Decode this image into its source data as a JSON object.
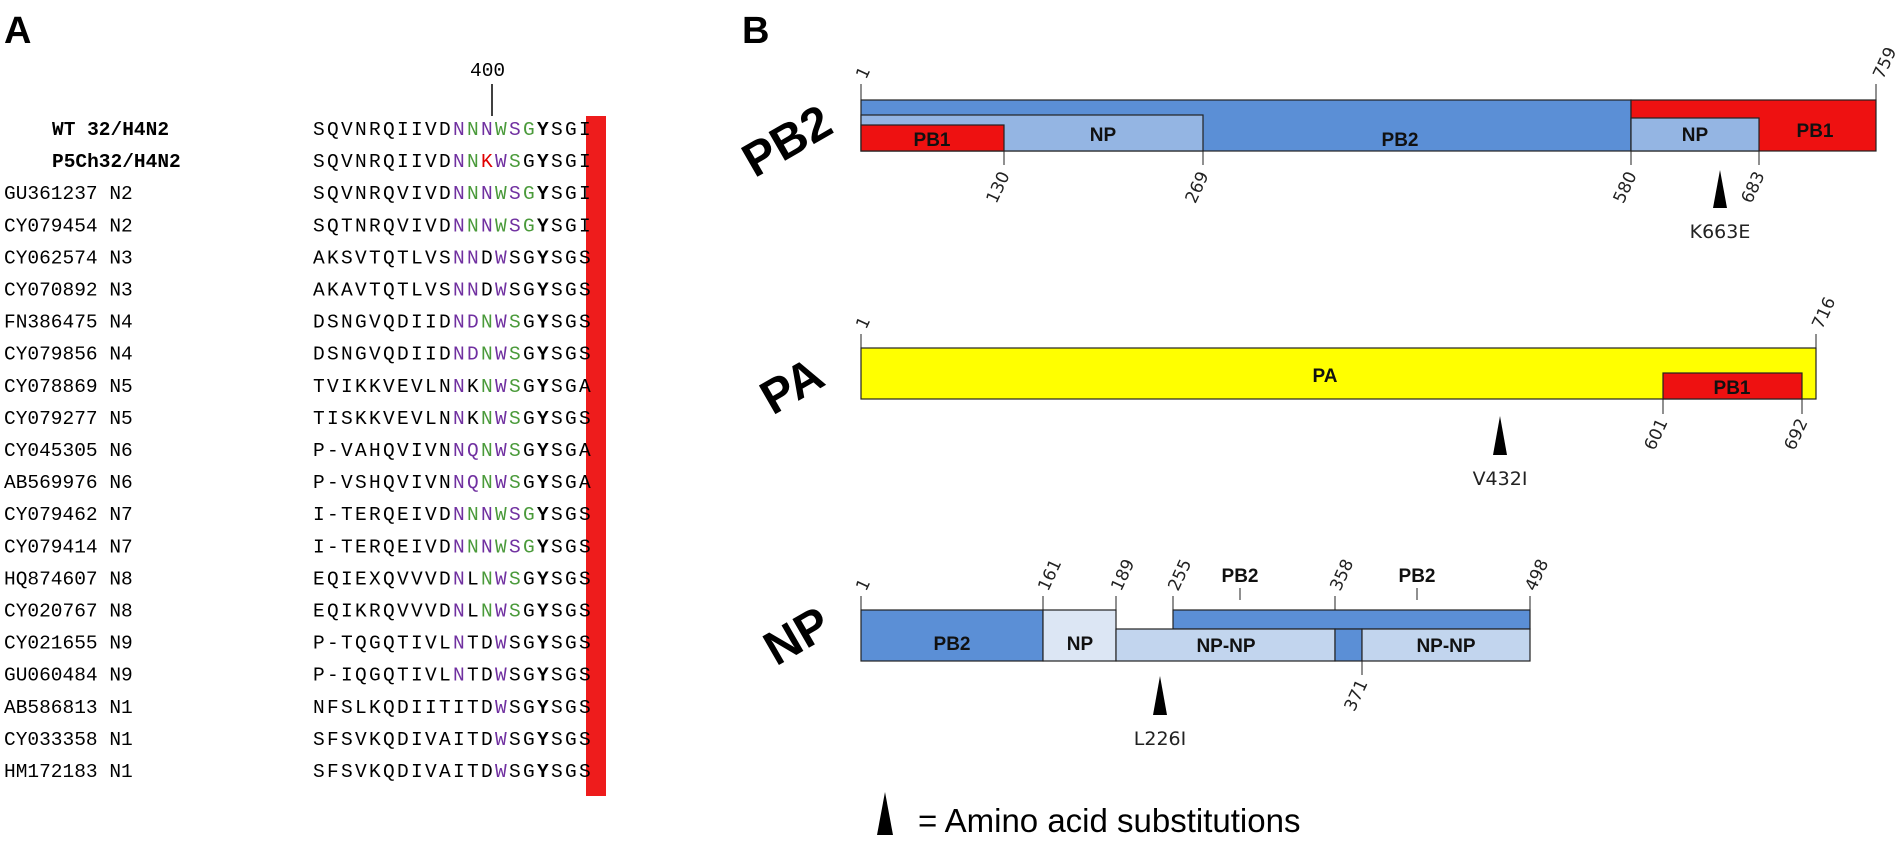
{
  "panel_a": {
    "label": "A",
    "position_marker": "400",
    "rows": [
      {
        "name": "WT 32/H4N2",
        "bold": true,
        "seq": "SQVNRQIIVDNNNWSGYSGI",
        "colors": "kkkkkkkkkkpgpgpgwkkk"
      },
      {
        "name": "P5Ch32/H4N2",
        "bold": true,
        "seq": "SQVNRQIIVDNNKWSGYSGI",
        "colors": "kkkkkkkkkkpgrpgwkkk"
      },
      {
        "name": "GU361237 N2",
        "bold": false,
        "seq": "SQVNRQVIVDNNNWSGYSGI",
        "colors": "kkkkkkkkkkpgpgpgwkkk"
      },
      {
        "name": "CY079454 N2",
        "bold": false,
        "seq": "SQTNRQVIVDNNNWSGYSGI",
        "colors": "kkkkkkkkkkpgpgpgwkkk"
      },
      {
        "name": "CY062574 N3",
        "bold": false,
        "seq": "AKSVTQTLVSNNDWSGYSGS",
        "colors": "kkkkkkkkkkppkpkkwkkk"
      },
      {
        "name": "CY070892 N3",
        "bold": false,
        "seq": "AKAVTQTLVSNNDWSGYSGS",
        "colors": "kkkkkkkkkkppkpkkwkkk"
      },
      {
        "name": "FN386475 N4",
        "bold": false,
        "seq": "DSNGVQDIIDNDNWSGYSGS",
        "colors": "kkkkkkkkkkppgpgkwkkk"
      },
      {
        "name": "CY079856 N4",
        "bold": false,
        "seq": "DSNGVQDIIDNDNWSGYSGS",
        "colors": "kkkkkkkkkkppgpgkwkkk"
      },
      {
        "name": "CY078869 N5",
        "bold": false,
        "seq": "TVIKKVEVLNNKNWSGYSGA",
        "colors": "kkkkkkkkkkpkgpgkwkkk"
      },
      {
        "name": "CY079277 N5",
        "bold": false,
        "seq": "TISKKVEVLNNKNWSGYSGS",
        "colors": "kkkkkkkkkkpkgpgkwkkk"
      },
      {
        "name": "CY045305 N6",
        "bold": false,
        "seq": "P-VAHQVIVNNQNWSGYSGA",
        "colors": "kkkkkkkkkkppgpgkwkkk"
      },
      {
        "name": "AB569976 N6",
        "bold": false,
        "seq": "P-VSHQVIVNNQNWSGYSGA",
        "colors": "kkkkkkkkkkppgpgkwkkk"
      },
      {
        "name": "CY079462 N7",
        "bold": false,
        "seq": "I-TERQEIVDNNNWSGYSGS",
        "colors": "kkkkkkkkkkpgpgpgwkkk"
      },
      {
        "name": "CY079414 N7",
        "bold": false,
        "seq": "I-TERQEIVDNNNWSGYSGS",
        "colors": "kkkkkkkkkkpgpgpgwkkk"
      },
      {
        "name": "HQ874607 N8",
        "bold": false,
        "seq": "EQIEXQVVVDNLNWSGYSGS",
        "colors": "kkkkkkkkkkpkgpgkwkkk"
      },
      {
        "name": "CY020767 N8",
        "bold": false,
        "seq": "EQIKRQVVVDNLNWSGYSGS",
        "colors": "kkkkkkkkkkpkgpgkwkkk"
      },
      {
        "name": "CY021655 N9",
        "bold": false,
        "seq": "P-TQGQTIVLNTDWSGYSGS",
        "colors": "kkkkkkkkkkpkkpkkwkkk"
      },
      {
        "name": "GU060484 N9",
        "bold": false,
        "seq": "P-IQGQTIVLNTDWSGYSGS",
        "colors": "kkkkkkkkkkpkkpkkwkkk"
      },
      {
        "name": "AB586813 N1",
        "bold": false,
        "seq": "NFSLKQDIITITDWSGYSGS",
        "colors": "kkkkkkkkkkkkkpkkwkkk"
      },
      {
        "name": "CY033358 N1",
        "bold": false,
        "seq": "SFSVKQDIVAITDWSGYSGS",
        "colors": "kkkkkkkkkkkkkpkkwkkk"
      },
      {
        "name": "HM172183 N1",
        "bold": false,
        "seq": "SFSVKQDIVAITDWSGYSGS",
        "colors": "kkkkkkkkkkkkkpkkwkkk"
      }
    ],
    "color_map": {
      "k": "#000000",
      "p": "#7030a0",
      "g": "#4a9a3a",
      "r": "#e00000",
      "w": "#000000"
    },
    "highlight_color": "#ee1c1c"
  },
  "panel_b": {
    "label": "B",
    "colors": {
      "pb2": "#5b8fd6",
      "np": "#94b5e3",
      "np_light": "#dce6f4",
      "pb1": "#ee1111",
      "pa": "#ffff00"
    },
    "pb2": {
      "name": "PB2",
      "start": "1",
      "end": "759",
      "segments": [
        "PB1",
        "NP",
        "PB2",
        "NP",
        "PB1"
      ],
      "positions": [
        "130",
        "269",
        "580",
        "683"
      ],
      "mutation": "K663E"
    },
    "pa": {
      "name": "PA",
      "start": "1",
      "end": "716",
      "segments": [
        "PA",
        "PB1"
      ],
      "positions": [
        "601",
        "692"
      ],
      "mutation": "V432I"
    },
    "np": {
      "name": "NP",
      "start": "1",
      "end": "498",
      "segments": [
        "PB2",
        "NP",
        "NP-NP",
        "NP-NP"
      ],
      "top_labels": [
        "PB2",
        "PB2"
      ],
      "positions": [
        "161",
        "189",
        "255",
        "358",
        "371"
      ],
      "mutation": "L226I"
    },
    "legend": "= Amino acid substitutions"
  }
}
